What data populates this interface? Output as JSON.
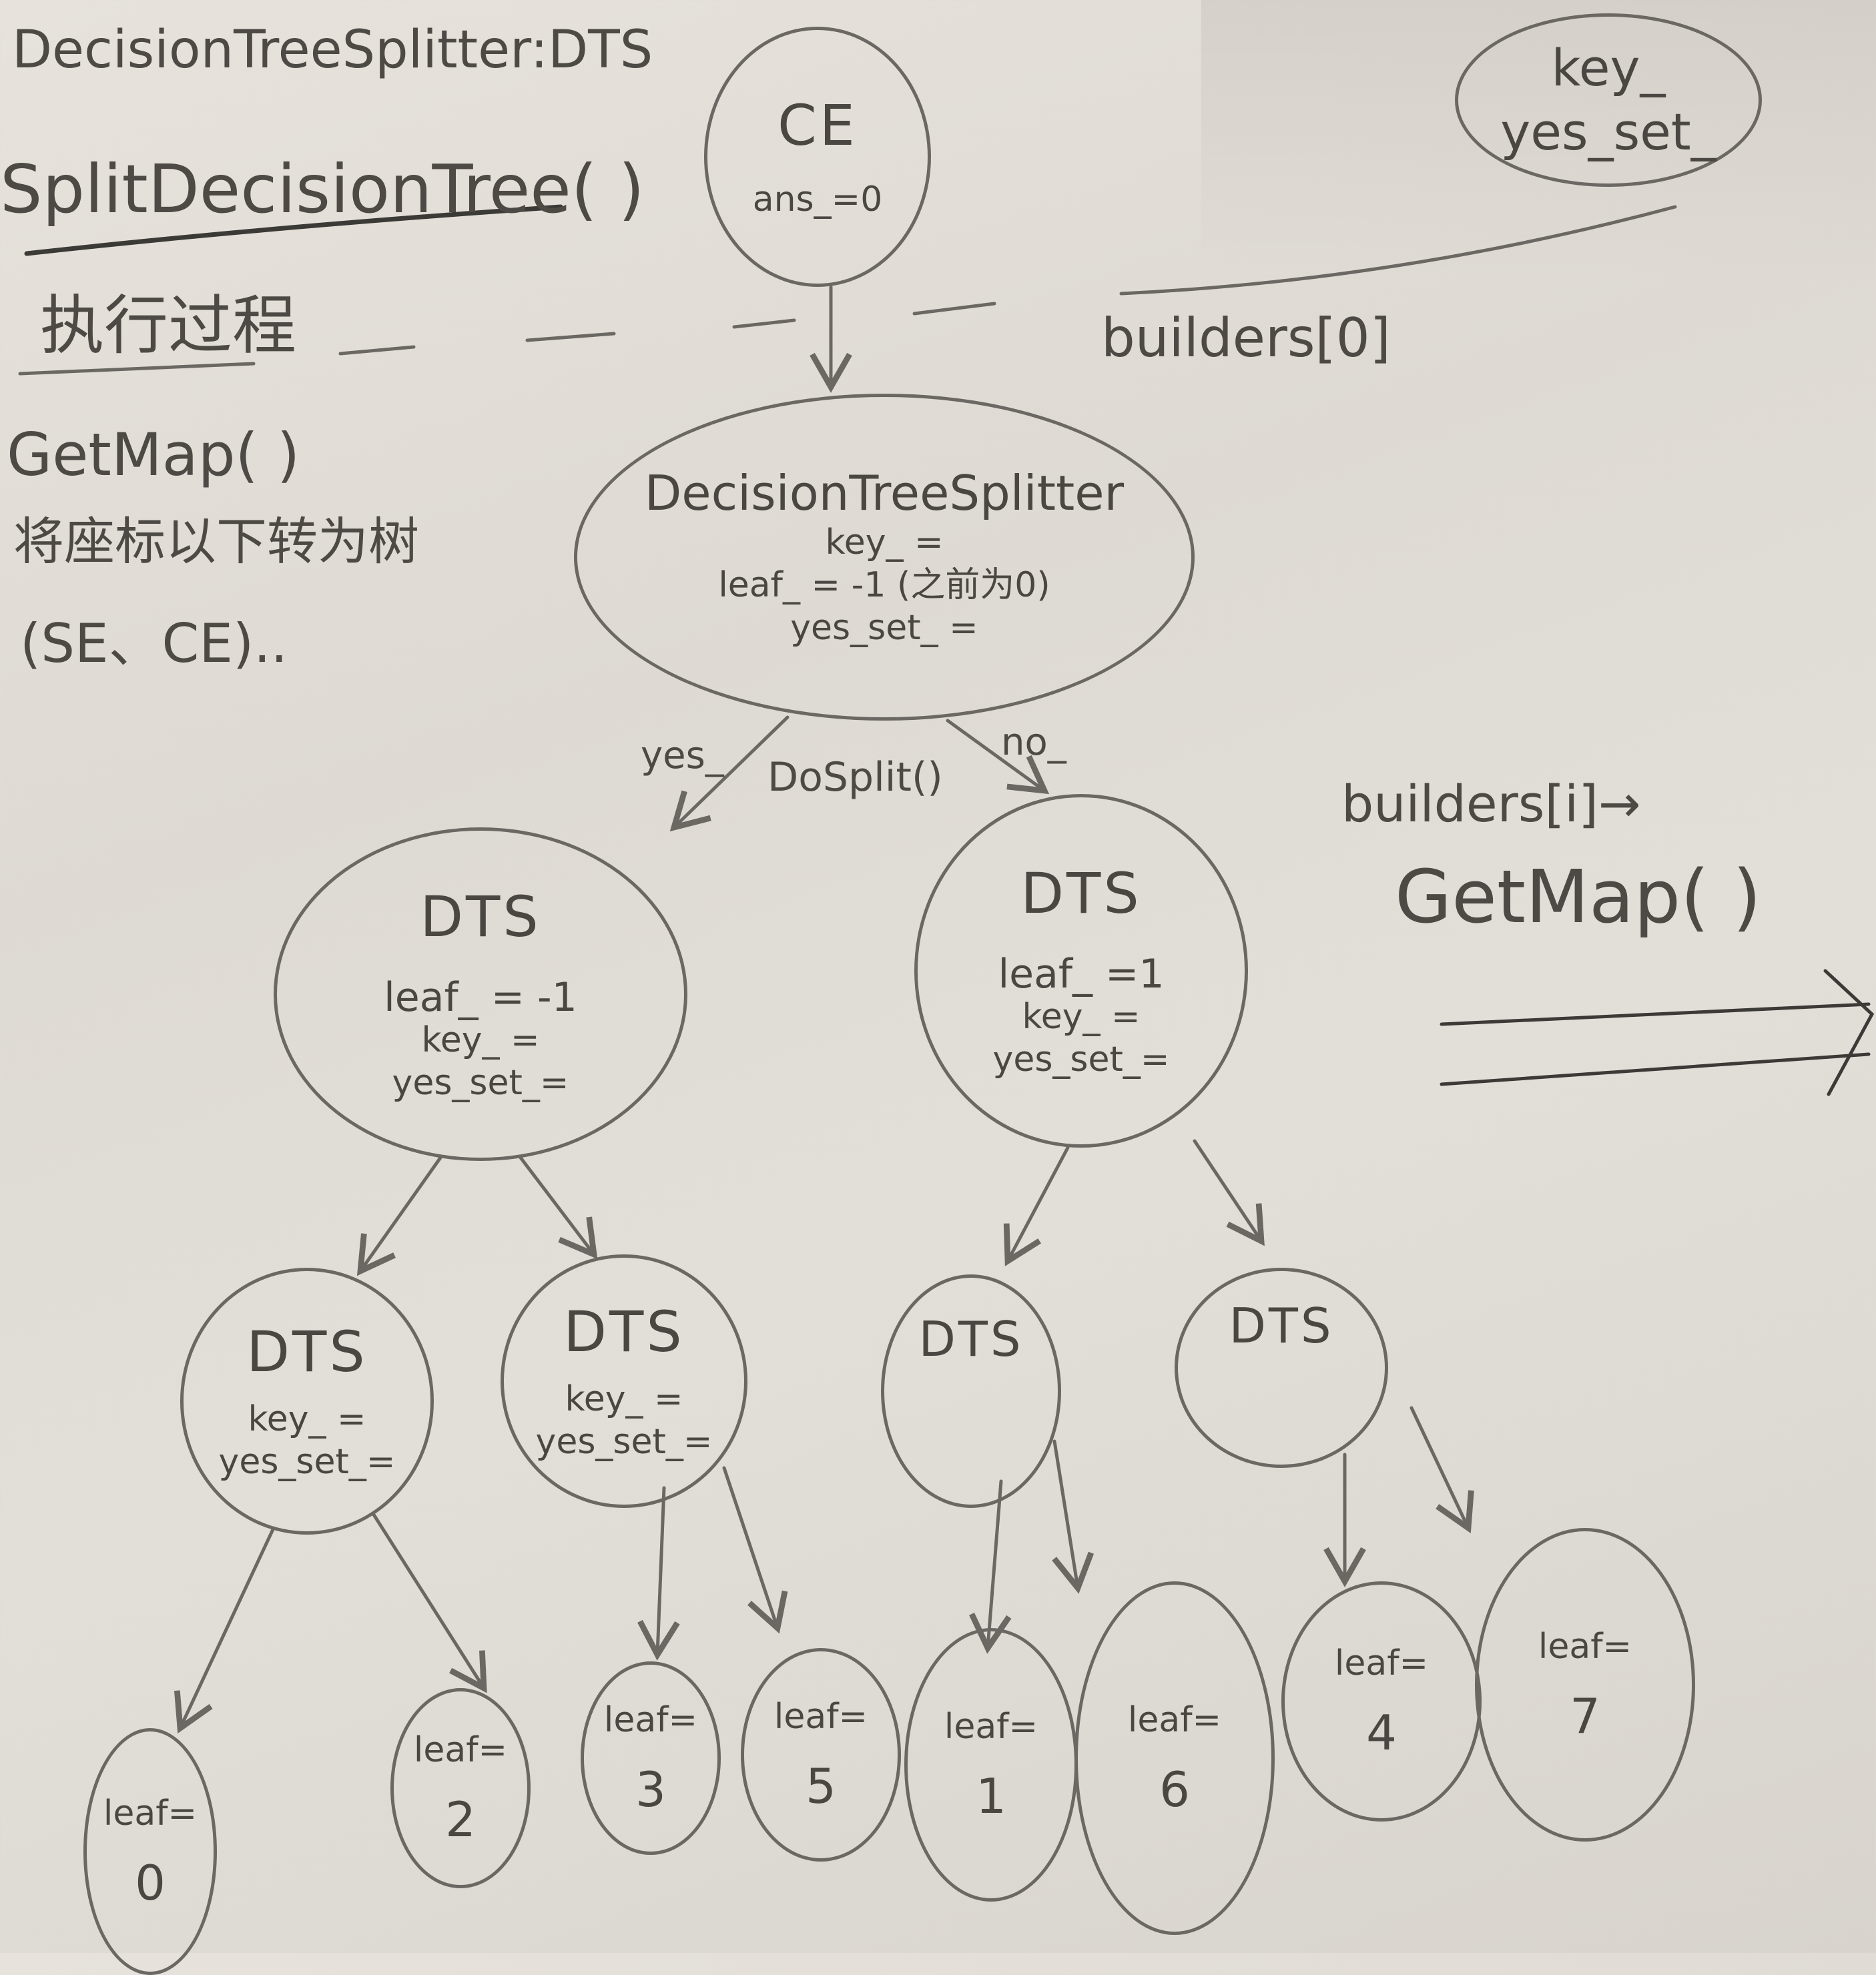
{
  "header": {
    "title": "DecisionTreeSplitter:DTS",
    "function": "SplitDecisionTree( )",
    "subtitle": "执行过程"
  },
  "side_note": {
    "line1": "GetMap( )",
    "line2": "将座标以下转为树",
    "line3": "(SE、CE).."
  },
  "legend_node": {
    "line1": "key_",
    "line2": "yes_set_"
  },
  "labels": {
    "builders0": "builders[0]",
    "builders_i": "builders[i]→",
    "getmap": "GetMap( )",
    "yes_edge": "yes_",
    "no_edge": "no_",
    "dosplit": "DoSplit()"
  },
  "nodes": {
    "ce": {
      "title": "CE",
      "line1": "ans_=0"
    },
    "root": {
      "title": "DecisionTreeSplitter",
      "line1": "key_ =",
      "line2": "leaf_ = -1 (之前为0)",
      "line3": "yes_set_ ="
    },
    "l1_left": {
      "title": "DTS",
      "line1": "leaf_ = -1",
      "line2": "key_ =",
      "line3": "yes_set_="
    },
    "l1_right": {
      "title": "DTS",
      "line1": "leaf_ =1",
      "line2": "key_ =",
      "line3": "yes_set_="
    },
    "l2_a": {
      "title": "DTS",
      "line1": "key_ =",
      "line2": "yes_set_="
    },
    "l2_b": {
      "title": "DTS",
      "line1": "key_ =",
      "line2": "yes_set_="
    },
    "l2_c": {
      "title": "DTS"
    },
    "l2_d": {
      "title": "DTS"
    }
  },
  "leaves": [
    {
      "label": "leaf=",
      "value": "0"
    },
    {
      "label": "leaf=",
      "value": "2"
    },
    {
      "label": "leaf=",
      "value": "3"
    },
    {
      "label": "leaf=",
      "value": "5"
    },
    {
      "label": "leaf=",
      "value": "1"
    },
    {
      "label": "leaf=",
      "value": "6"
    },
    {
      "label": "leaf=",
      "value": "4"
    },
    {
      "label": "leaf=",
      "value": "7"
    }
  ],
  "colors": {
    "paper": "#e2dfd9",
    "pencil": "#4d4a46",
    "stroke": "#6b6864"
  }
}
